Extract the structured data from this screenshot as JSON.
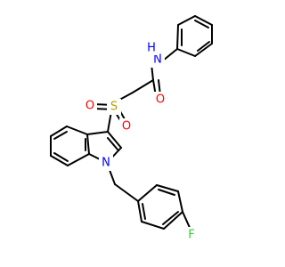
{
  "colors": {
    "bond": "#000000",
    "N": "#0000ff",
    "O": "#ff0000",
    "S": "#b5a000",
    "F": "#33cc33",
    "H": "#0000ff"
  },
  "atoms": {
    "n_amide": "N",
    "h_amide": "H",
    "o_amide": "O",
    "s_sulfonyl": "S",
    "o_sulfonyl_left": "O",
    "o_sulfonyl_lower": "O",
    "n_indole": "N",
    "f_fluoro": "F"
  }
}
